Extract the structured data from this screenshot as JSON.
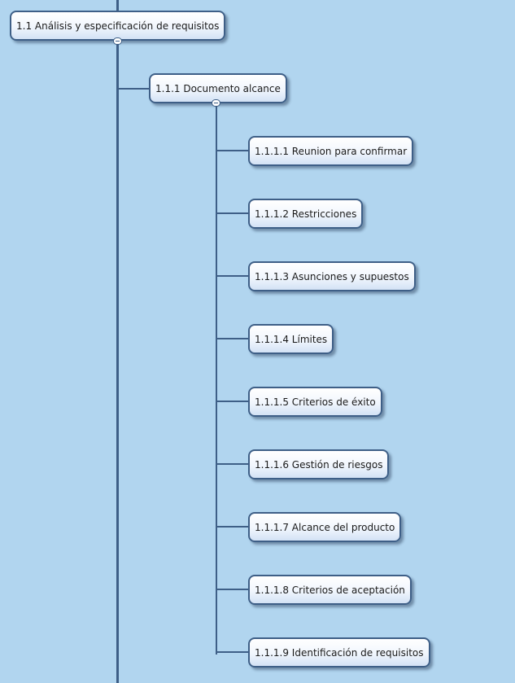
{
  "root": {
    "label": "1.1 Análisis y especificación de requisitos"
  },
  "parent": {
    "label": "1.1.1 Documento alcance"
  },
  "children": [
    {
      "label": "1.1.1.1 Reunion para confirmar"
    },
    {
      "label": "1.1.1.2 Restricciones"
    },
    {
      "label": "1.1.1.3 Asunciones y supuestos"
    },
    {
      "label": "1.1.1.4 Límites"
    },
    {
      "label": "1.1.1.5 Criterios de éxito"
    },
    {
      "label": "1.1.1.6 Gestión de riesgos"
    },
    {
      "label": "1.1.1.7 Alcance del producto"
    },
    {
      "label": "1.1.1.8 Criterios de aceptación"
    },
    {
      "label": "1.1.1.9 Identificación de requisitos"
    }
  ],
  "colors": {
    "background": "#b1d5ef",
    "line": "#3e5f87",
    "node_fill_top": "#ffffff",
    "node_fill_bottom": "#d3e2f5"
  }
}
